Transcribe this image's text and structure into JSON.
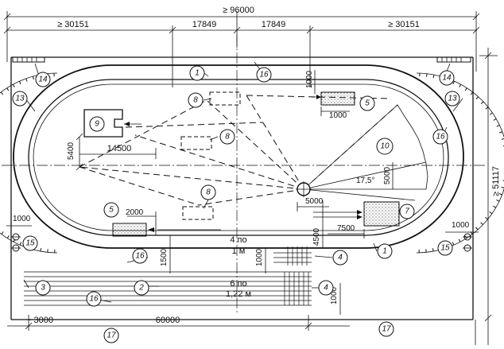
{
  "dimensions": {
    "overall_width": "≥ 96000",
    "left_segment": "≥ 30151",
    "center_left": "17849",
    "center_right": "17849",
    "right_segment": "≥ 30151",
    "overall_height": "≥ 51117",
    "top_1000": "1000",
    "right_1000": "1000",
    "d5400": "5400",
    "d14500": "14500",
    "d2000": "2000",
    "d5000_v": "5000",
    "d5000_h": "5000",
    "d4500": "4500",
    "d7500": "7500",
    "d1500": "1500",
    "d1000_mid": "1000",
    "d1000_low": "1000",
    "left_1000": "1000",
    "far_right_1000": "1000",
    "bottom_3000": "~ 3000",
    "bottom_60000": "60000"
  },
  "angle": "17,5°",
  "lanes_track": {
    "line1": "4 по",
    "line2": "1 м"
  },
  "lanes_sprint": {
    "line1": "6 по",
    "line2": "1,22 м"
  },
  "callouts": {
    "c1_top": "1",
    "c1_right": "1",
    "c2": "2",
    "c3": "3",
    "c4_upper": "4",
    "c4_lower": "4",
    "c5_left": "5",
    "c5_right": "5",
    "c7": "7",
    "c8_top": "8",
    "c8_mid": "8",
    "c8_low": "8",
    "c9": "9",
    "c10": "10",
    "c13_left": "13",
    "c13_right": "13",
    "c14_left": "14",
    "c14_right": "14",
    "c15_left": "15",
    "c15_right": "15",
    "c16_top": "16",
    "c16_right": "16",
    "c16_bottom": "16",
    "c16_lanes": "16",
    "c17_left": "17",
    "c17_right": "17"
  }
}
